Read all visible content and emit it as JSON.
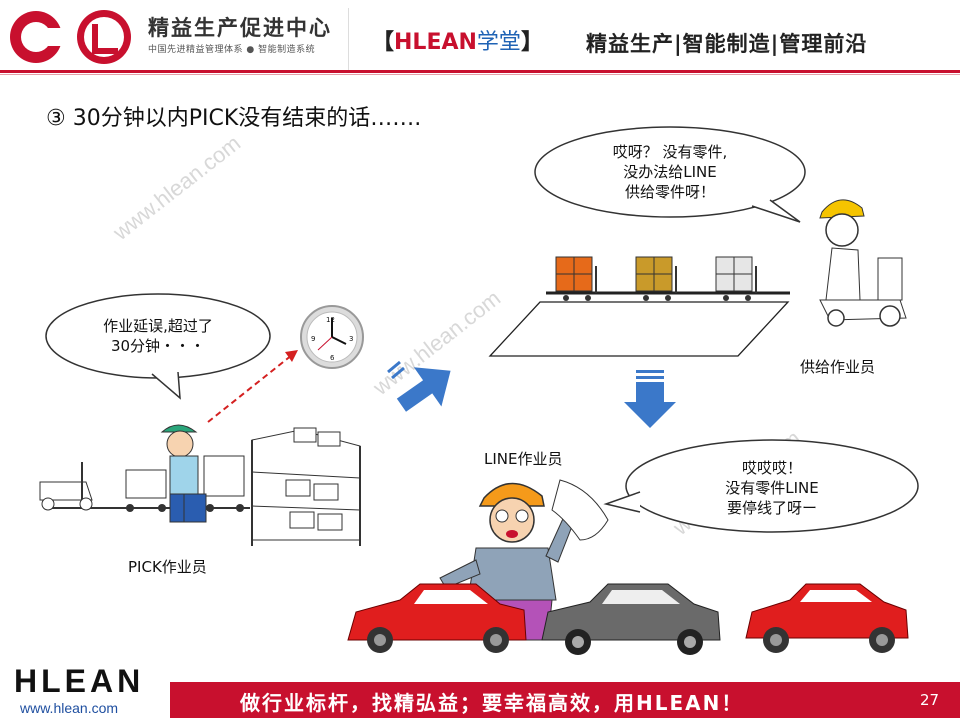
{
  "header": {
    "org_name": "精益生产促进中心",
    "org_sub": "中国先进精益管理体系 ● 智能制造系统",
    "brand_bracket_open": "【",
    "brand_name": "HLEAN",
    "brand_suffix": "学堂",
    "brand_bracket_close": "】",
    "tagline": "精益生产|智能制造|管理前沿"
  },
  "slide": {
    "title": "③ 30分钟以内PICK没有结束的话…….",
    "bubble_supply": "哎呀？ 没有零件,\n没办法给LINE\n供给零件呀！",
    "bubble_pick": "作业延误,超过了\n30分钟・・・",
    "bubble_line": "哎哎哎！\n没有零件LINE\n要停线了呀ー",
    "label_supply_worker": "供给作业员",
    "label_line_worker": "LINE作业员",
    "label_pick_worker": "PICK作业员",
    "watermark": "www.hlean.com"
  },
  "footer": {
    "logo": "HLEAN",
    "url": "www.hlean.com",
    "slogan": "做行业标杆，找精弘益；要幸福高效，用HLEAN！",
    "page_number": "27"
  },
  "colors": {
    "accent_red": "#c8102e",
    "arrow_blue": "#3b78c9",
    "car_red": "#e01e1e",
    "car_gray": "#6a6a6a"
  }
}
